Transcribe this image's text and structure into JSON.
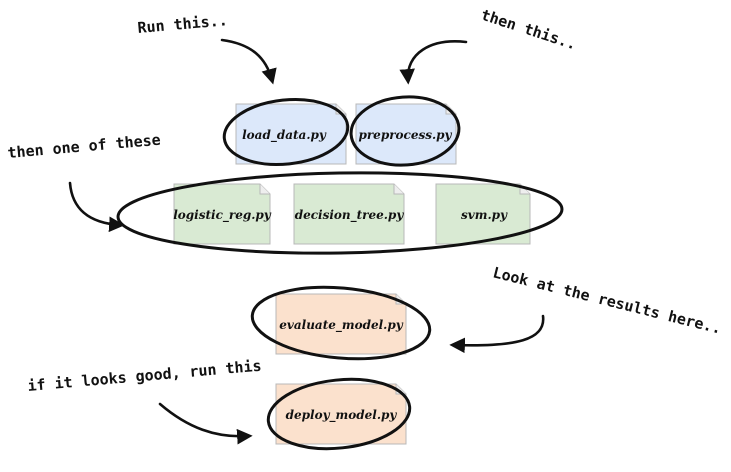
{
  "files": {
    "load_data": "load_data.py",
    "preprocess": "preprocess.py",
    "logistic_reg": "logistic_reg.py",
    "decision_tree": "decision_tree.py",
    "svm": "svm.py",
    "evaluate_model": "evaluate_model.py",
    "deploy_model": "deploy_model.py"
  },
  "notes": {
    "run_this": "Run this..",
    "then_this": "then this..",
    "then_one_of_these": "then one of these",
    "look_at_results": "Look at the results here..",
    "if_looks_good": "if it looks good, run this"
  },
  "colors": {
    "blue_file": "#dce8fa",
    "green_file": "#d9ead3",
    "orange_file": "#fbe1cd",
    "ink": "#111111"
  }
}
